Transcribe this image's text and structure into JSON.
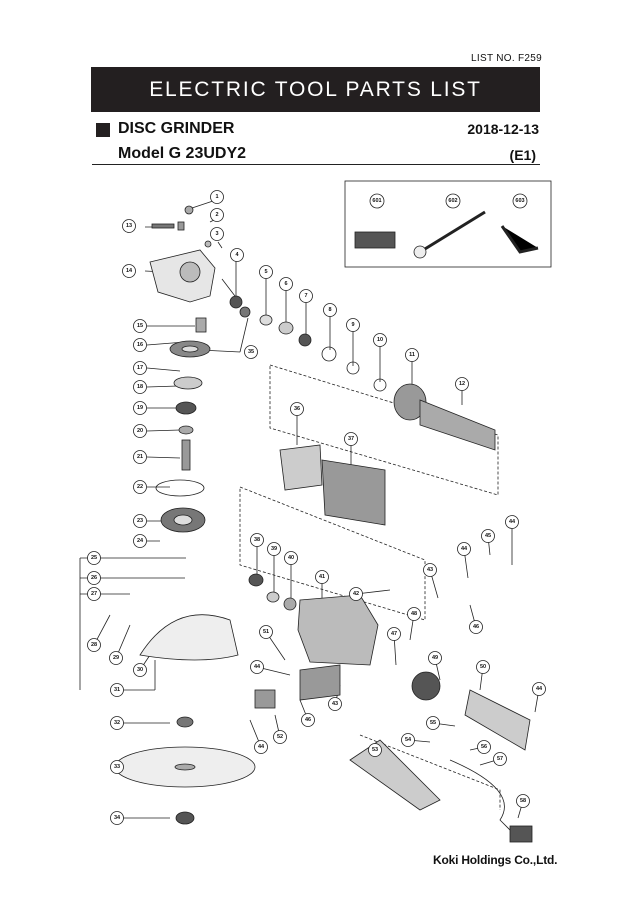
{
  "header": {
    "list_no": "LIST NO. F259",
    "banner_title": "ELECTRIC TOOL PARTS LIST",
    "product_name": "DISC GRINDER",
    "date": "2018-12-13",
    "model": "Model G 23UDY2",
    "variant": "(E1)"
  },
  "diagram": {
    "callouts": [
      "1",
      "2",
      "3",
      "4",
      "5",
      "6",
      "7",
      "8",
      "9",
      "10",
      "11",
      "12",
      "13",
      "14",
      "15",
      "16",
      "17",
      "18",
      "19",
      "20",
      "21",
      "22",
      "23",
      "24",
      "25",
      "26",
      "27",
      "28",
      "29",
      "30",
      "31",
      "32",
      "33",
      "34",
      "35",
      "36",
      "37",
      "38",
      "39",
      "40",
      "41",
      "42",
      "43",
      "43",
      "44",
      "44",
      "44",
      "44",
      "44",
      "45",
      "46",
      "46",
      "47",
      "48",
      "49",
      "50",
      "51",
      "52",
      "53",
      "54",
      "55",
      "56",
      "57",
      "58",
      "601",
      "602",
      "603"
    ]
  },
  "footer": {
    "company": "Koki Holdings Co.,Ltd."
  }
}
